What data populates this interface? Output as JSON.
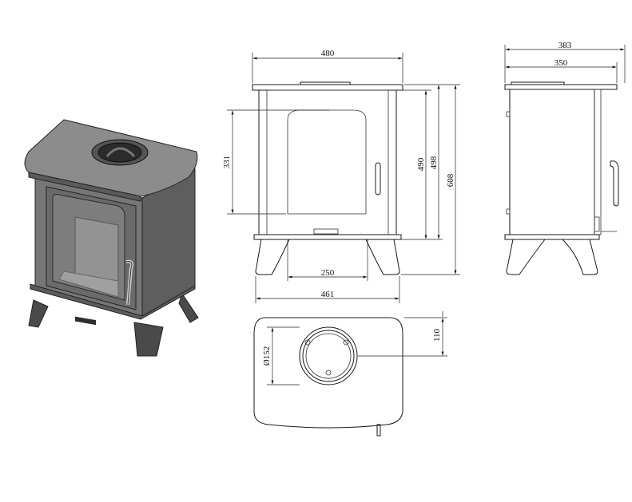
{
  "dimensions": {
    "front_width": "480",
    "glass_height": "331",
    "height_490": "490",
    "height_498": "498",
    "total_height": "608",
    "leg_inner_span": "250",
    "leg_outer_span": "461",
    "depth_total": "383",
    "depth_body": "350",
    "flue_offset": "110",
    "flue_diameter": "Ø152"
  },
  "colors": {
    "stove_body": "#6e6e6e",
    "stove_top": "#8a8a8a",
    "stove_dark": "#3c3c3c",
    "line": "#1a1a1a"
  }
}
